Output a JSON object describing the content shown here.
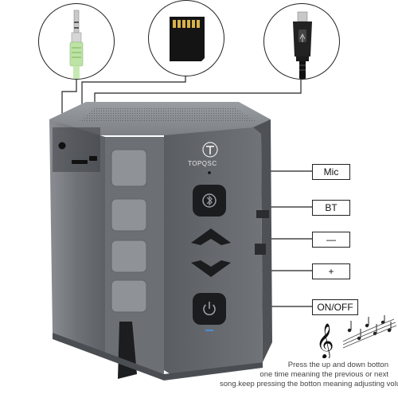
{
  "brand": {
    "name": "TOPQSC"
  },
  "callouts": [
    {
      "id": "mic",
      "label": "Mic"
    },
    {
      "id": "bt",
      "label": "BT"
    },
    {
      "id": "minus",
      "label": "—"
    },
    {
      "id": "plus",
      "label": "+"
    },
    {
      "id": "onoff",
      "label": "ON/OFF"
    }
  ],
  "note": {
    "lines": [
      "Press the up and down botton",
      "one time meaning the previous or next",
      "song.keep pressing the botton meaning adjusting volume."
    ]
  },
  "accessories": [
    {
      "id": "aux",
      "icon": "audio-jack-icon"
    },
    {
      "id": "tf",
      "icon": "sd-card-icon"
    },
    {
      "id": "usb",
      "icon": "micro-usb-icon"
    }
  ],
  "colors": {
    "body": "#6a6e73",
    "panel": "#55595e",
    "button": "#1b1c1e",
    "line": "#222222"
  }
}
